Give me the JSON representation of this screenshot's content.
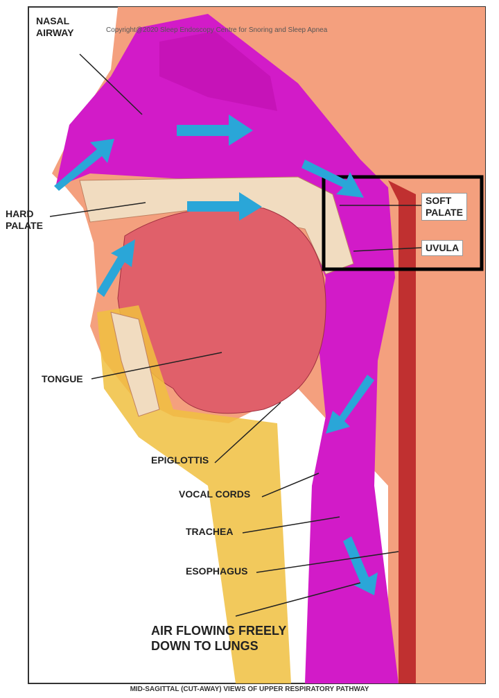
{
  "copyright": "Copyright@2020 Sleep Endoscopy Centre for Snoring and Sleep Apnea",
  "labels": {
    "nasal_airway": [
      "NASAL",
      "AIRWAY"
    ],
    "hard_palate": [
      "HARD",
      "PALATE"
    ],
    "soft_palate": [
      "SOFT",
      "PALATE"
    ],
    "uvula": "UVULA",
    "tongue": "TONGUE",
    "epiglottis": "EPIGLOTTIS",
    "vocal_cords": "VOCAL CORDS",
    "trachea": "TRACHEA",
    "esophagus": "ESOPHAGUS",
    "air_flowing": [
      "AIR FLOWING FREELY",
      "DOWN TO LUNGS"
    ]
  },
  "caption": "MID-SAGITTAL (CUT-AWAY) VIEWS OF UPPER RESPIRATORY PATHWAY",
  "colors": {
    "background": "#f4a07e",
    "airway": "#d21bc8",
    "tongue": "#e0606a",
    "arrow": "#2aa6d8",
    "fat": "#f0c040"
  }
}
